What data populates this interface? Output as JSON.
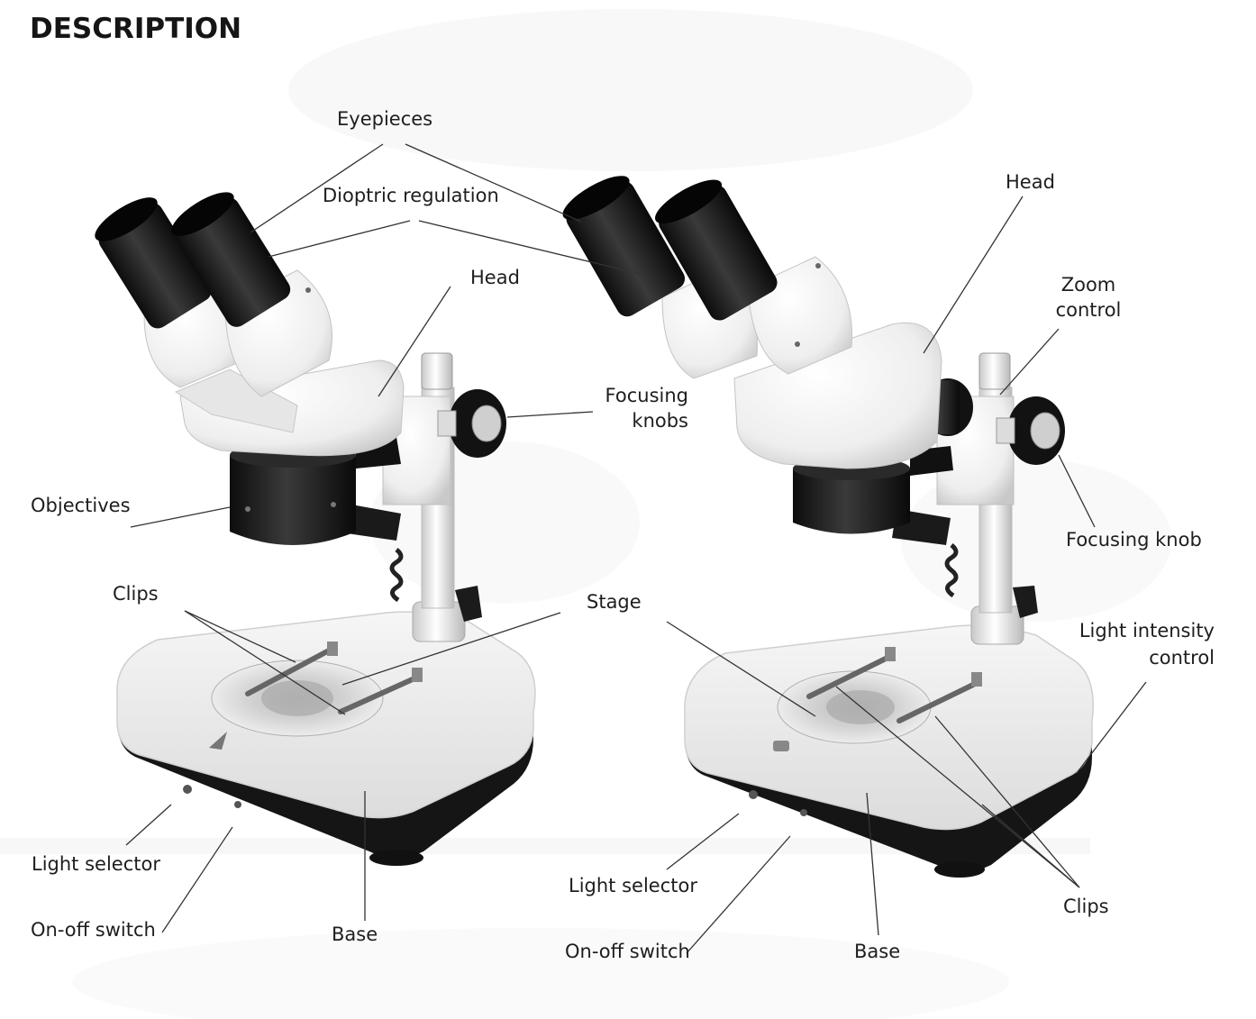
{
  "page": {
    "title": "DESCRIPTION"
  },
  "left_microscope": {
    "labels": {
      "eyepieces": "Eyepieces",
      "dioptric": "Dioptric regulation",
      "head": "Head",
      "focusing_line1": "Focusing",
      "focusing_line2": "knobs",
      "objectives": "Objectives",
      "clips": "Clips",
      "stage": "Stage",
      "light_selector": "Light selector",
      "on_off": "On-off switch",
      "base": "Base"
    }
  },
  "right_microscope": {
    "labels": {
      "head": "Head",
      "zoom_line1": "Zoom",
      "zoom_line2": "control",
      "focusing": "Focusing knob",
      "light_intensity_line1": "Light intensity",
      "light_intensity_line2": "control",
      "light_selector": "Light selector",
      "on_off": "On-off switch",
      "base": "Base",
      "clips": "Clips"
    }
  }
}
